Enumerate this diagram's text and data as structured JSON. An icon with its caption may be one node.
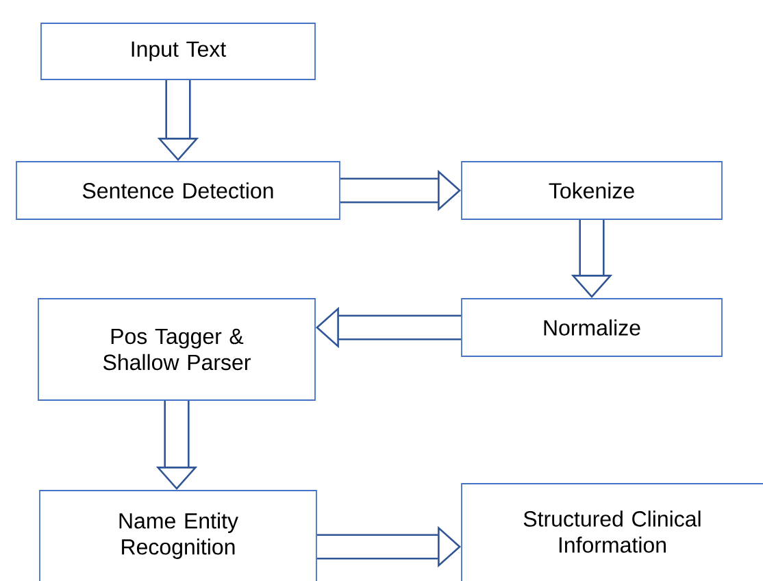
{
  "diagram": {
    "nodes": [
      {
        "text": [
          "Input Text"
        ]
      },
      {
        "text": [
          "Sentence Detection"
        ]
      },
      {
        "text": [
          "Tokenize"
        ]
      },
      {
        "text": [
          "Normalize"
        ]
      },
      {
        "text": [
          "Pos Tagger & Shallow Parser"
        ]
      },
      {
        "text": [
          "Name Entity Recognition"
        ]
      },
      {
        "text": [
          "Structured Clinical Information"
        ]
      }
    ],
    "edges": [
      {
        "from": 0,
        "to": 1,
        "arrow": "to"
      },
      {
        "from": 1,
        "to": 2,
        "arrow": "to"
      },
      {
        "from": 2,
        "to": 3,
        "arrow": "to"
      },
      {
        "from": 3,
        "to": 4,
        "arrow": "to"
      },
      {
        "from": 4,
        "to": 5,
        "arrow": "to"
      },
      {
        "from": 5,
        "to": 6,
        "arrow": "to"
      }
    ]
  }
}
